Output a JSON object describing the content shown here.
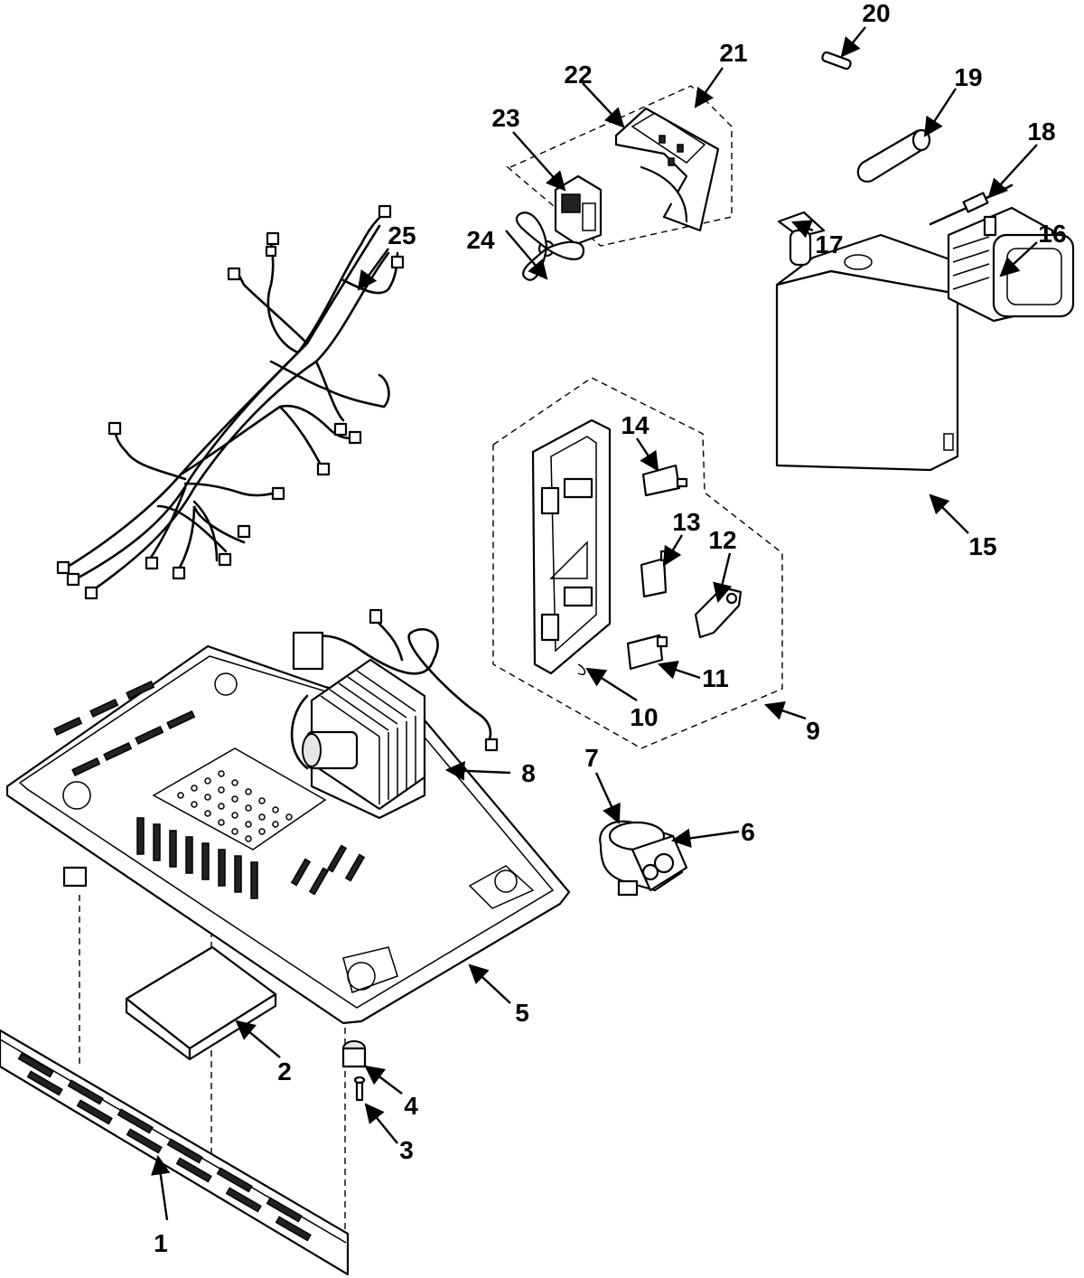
{
  "callouts": [
    {
      "id": "1",
      "text": "1"
    },
    {
      "id": "2",
      "text": "2"
    },
    {
      "id": "3",
      "text": "3"
    },
    {
      "id": "4",
      "text": "4"
    },
    {
      "id": "5",
      "text": "5"
    },
    {
      "id": "6",
      "text": "6"
    },
    {
      "id": "7",
      "text": "7"
    },
    {
      "id": "8",
      "text": "8"
    },
    {
      "id": "9",
      "text": "9"
    },
    {
      "id": "10",
      "text": "10"
    },
    {
      "id": "11",
      "text": "11"
    },
    {
      "id": "12",
      "text": "12"
    },
    {
      "id": "13",
      "text": "13"
    },
    {
      "id": "14",
      "text": "14"
    },
    {
      "id": "15",
      "text": "15"
    },
    {
      "id": "16",
      "text": "16"
    },
    {
      "id": "17",
      "text": "17"
    },
    {
      "id": "18",
      "text": "18"
    },
    {
      "id": "19",
      "text": "19"
    },
    {
      "id": "20",
      "text": "20"
    },
    {
      "id": "21",
      "text": "21"
    },
    {
      "id": "22",
      "text": "22"
    },
    {
      "id": "23",
      "text": "23"
    },
    {
      "id": "24",
      "text": "24"
    },
    {
      "id": "25",
      "text": "25"
    }
  ]
}
